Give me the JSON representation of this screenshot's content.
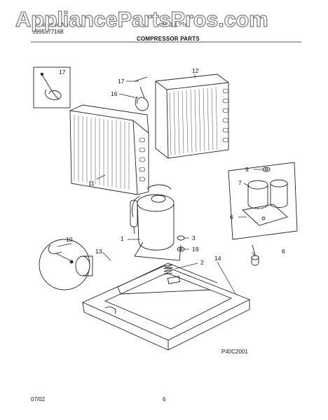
{
  "header": {
    "publication_label": "Publication No",
    "publication_number": "5995377168",
    "model": "AC05L??A",
    "section_title": "COMPRESSOR PARTS"
  },
  "watermark": {
    "text": "AppliancePartsPros.com"
  },
  "callouts": [
    {
      "id": "17a",
      "label": "17"
    },
    {
      "id": "17b",
      "label": "17"
    },
    {
      "id": "16",
      "label": "16"
    },
    {
      "id": "12",
      "label": "12"
    },
    {
      "id": "11",
      "label": "11"
    },
    {
      "id": "9",
      "label": "9"
    },
    {
      "id": "7",
      "label": "7"
    },
    {
      "id": "6a",
      "label": "6"
    },
    {
      "id": "10",
      "label": "10"
    },
    {
      "id": "1",
      "label": "1"
    },
    {
      "id": "3",
      "label": "3"
    },
    {
      "id": "19",
      "label": "19"
    },
    {
      "id": "6b",
      "label": "6"
    },
    {
      "id": "13",
      "label": "13"
    },
    {
      "id": "2",
      "label": "2"
    },
    {
      "id": "14",
      "label": "14"
    }
  ],
  "diagram_code": "P40C2001",
  "footer": {
    "date": "07/02",
    "page": "6"
  }
}
